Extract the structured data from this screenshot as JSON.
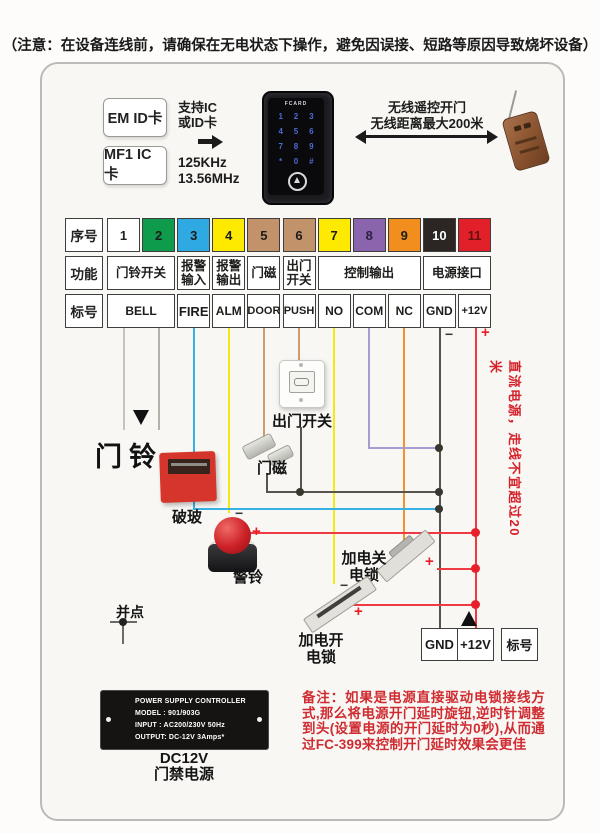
{
  "note_top": "（注意：在设备连线前，请确保在无电状态下操作，避免因误接、短路等原因导致烧坏设备）",
  "cards": {
    "em": "EM ID卡",
    "mf1": "MF1 IC卡",
    "support_l1": "支持IC",
    "support_l2": "或ID卡",
    "freq_l1": "125KHz",
    "freq_l2": "13.56MHz"
  },
  "reader": {
    "brand": "FCARD",
    "keys": [
      "1",
      "2",
      "3",
      "4",
      "5",
      "6",
      "7",
      "8",
      "9",
      "*",
      "0",
      "#"
    ]
  },
  "wireless": {
    "l1": "无线遥控开门",
    "l2": "无线距离最大200米"
  },
  "table": {
    "header_seq": "序号",
    "header_func": "功能",
    "header_tag": "标号",
    "numbers": [
      {
        "n": "1",
        "bg": "#ffffff",
        "fg": "#222222"
      },
      {
        "n": "2",
        "bg": "#0f9b4c",
        "fg": "#1c1c1a"
      },
      {
        "n": "3",
        "bg": "#2fa9e1",
        "fg": "#1c1c1a"
      },
      {
        "n": "4",
        "bg": "#fdea00",
        "fg": "#1c1c1a"
      },
      {
        "n": "5",
        "bg": "#c2936b",
        "fg": "#1c1c1a"
      },
      {
        "n": "6",
        "bg": "#c2936b",
        "fg": "#1c1c1a"
      },
      {
        "n": "7",
        "bg": "#fdea00",
        "fg": "#1c1c1a"
      },
      {
        "n": "8",
        "bg": "#8a64ad",
        "fg": "#2c2144"
      },
      {
        "n": "9",
        "bg": "#f18e1d",
        "fg": "#1c1c1a"
      },
      {
        "n": "10",
        "bg": "#2b2524",
        "fg": "#ffffff"
      },
      {
        "n": "11",
        "bg": "#e2202a",
        "fg": "#64110f"
      }
    ],
    "functions": [
      "门铃开关",
      "报警输入",
      "报警输出",
      "门磁",
      "出门开关",
      "控制输出",
      "电源接口"
    ],
    "tags": [
      "BELL",
      "FIRE",
      "ALM",
      "DOOR",
      "PUSH",
      "NO",
      "COM",
      "NC",
      "GND",
      "+12V"
    ]
  },
  "diagram": {
    "minus": "−",
    "plus": "+",
    "bell": "门铃",
    "break_glass": "破玻",
    "siren": "警铃",
    "door_sensor": "门磁",
    "exit_button": "出门开关",
    "lock_nc_l1": "加电关",
    "lock_nc_l2": "电锁",
    "lock_no_l1": "加电开",
    "lock_no_l2": "电锁",
    "junction": "并点",
    "dc_note": "直流电源，走线不宜超过20米",
    "gnd": "GND",
    "v12": "+12V",
    "tag": "标号",
    "wire_colors": {
      "bell1": "#c6c3be",
      "bell2": "#b4b1ac",
      "fire": "#35b1e3",
      "alm": "#f6e812",
      "door": "#cf9a6c",
      "push": "#cf9a6c",
      "no": "#f6e812",
      "com": "#a79bd0",
      "nc": "#ec9434",
      "gnd": "#57534f",
      "v12": "#ee3a42"
    }
  },
  "psu": {
    "l1": "POWER SUPPLY CONTROLLER",
    "l2": "MODEL : 901/903G",
    "l3": "INPUT : AC200/230V  50Hz",
    "l4": "OUTPUT: DC-12V  3Amps*",
    "cap1": "DC12V",
    "cap2": "门禁电源"
  },
  "remark": "备注：如果是电源直接驱动电锁接线方式,那么将电源开门延时旋钮,逆时针调整到头(设置电源的开门延时为0秒),从而通过FC-399来控制开门延时效果会更佳"
}
